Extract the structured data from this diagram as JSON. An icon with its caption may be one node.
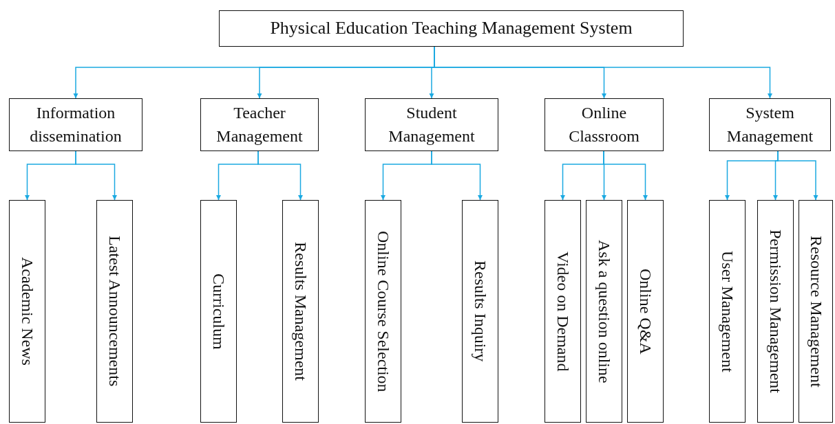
{
  "diagram": {
    "nodes": [
      {
        "text": [
          "Physical Education Teaching Management System"
        ]
      },
      {
        "text": [
          "Information dissemination"
        ]
      },
      {
        "text": [
          "Teacher Management"
        ]
      },
      {
        "text": [
          "Student Management"
        ]
      },
      {
        "text": [
          "Online Classroom"
        ]
      },
      {
        "text": [
          "System Management"
        ]
      },
      {
        "text": [
          "Academic News"
        ]
      },
      {
        "text": [
          "Latest Announcements"
        ]
      },
      {
        "text": [
          "Curriculum"
        ]
      },
      {
        "text": [
          "Results Management"
        ]
      },
      {
        "text": [
          "Online Course Selection"
        ]
      },
      {
        "text": [
          "Results Inquiry"
        ]
      },
      {
        "text": [
          "Video on Demand"
        ]
      },
      {
        "text": [
          "Ask a question online"
        ]
      },
      {
        "text": [
          "Online Q&A"
        ]
      },
      {
        "text": [
          "User Management"
        ]
      },
      {
        "text": [
          "Permission Management"
        ]
      },
      {
        "text": [
          "Resource Management"
        ]
      }
    ],
    "edges": [
      {
        "from": 0,
        "to": 1,
        "arrow": "to"
      },
      {
        "from": 0,
        "to": 2,
        "arrow": "to"
      },
      {
        "from": 0,
        "to": 3,
        "arrow": "to"
      },
      {
        "from": 0,
        "to": 4,
        "arrow": "to"
      },
      {
        "from": 0,
        "to": 5,
        "arrow": "to"
      },
      {
        "from": 1,
        "to": 6,
        "arrow": "to"
      },
      {
        "from": 1,
        "to": 7,
        "arrow": "to"
      },
      {
        "from": 2,
        "to": 8,
        "arrow": "to"
      },
      {
        "from": 2,
        "to": 9,
        "arrow": "to"
      },
      {
        "from": 3,
        "to": 10,
        "arrow": "to"
      },
      {
        "from": 3,
        "to": 11,
        "arrow": "to"
      },
      {
        "from": 4,
        "to": 12,
        "arrow": "to"
      },
      {
        "from": 4,
        "to": 13,
        "arrow": "to"
      },
      {
        "from": 4,
        "to": 14,
        "arrow": "to"
      },
      {
        "from": 5,
        "to": 15,
        "arrow": "to"
      },
      {
        "from": 5,
        "to": 16,
        "arrow": "to"
      },
      {
        "from": 5,
        "to": 17,
        "arrow": "to"
      }
    ]
  }
}
